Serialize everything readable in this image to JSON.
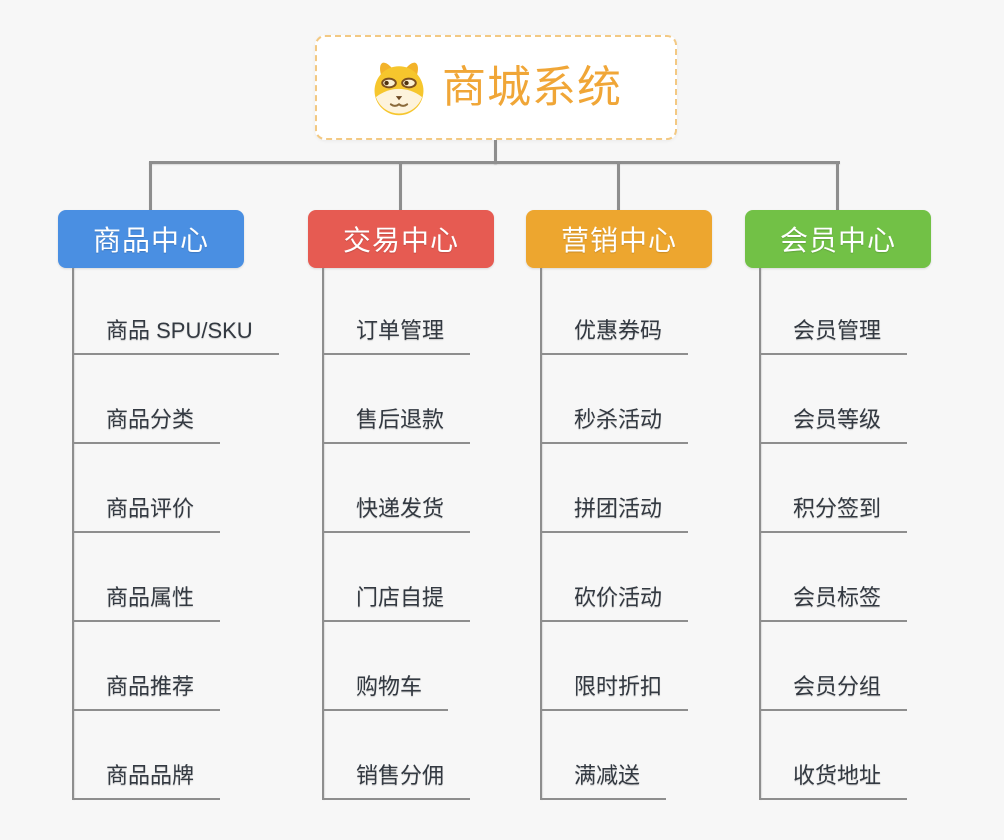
{
  "page": {
    "background_color": "#f7f7f7",
    "connector_color": "#8e8e8e"
  },
  "root": {
    "title": "商城系统",
    "icon": "doge-face-icon",
    "text_color": "#f0a637",
    "border_color": "#f3c983"
  },
  "branches": [
    {
      "label": "商品中心",
      "color": "#4a8fe2",
      "children": [
        "商品 SPU/SKU",
        "商品分类",
        "商品评价",
        "商品属性",
        "商品推荐",
        "商品品牌"
      ]
    },
    {
      "label": "交易中心",
      "color": "#e65b52",
      "children": [
        "订单管理",
        "售后退款",
        "快递发货",
        "门店自提",
        "购物车",
        "销售分佣"
      ]
    },
    {
      "label": "营销中心",
      "color": "#eda62f",
      "children": [
        "优惠券码",
        "秒杀活动",
        "拼团活动",
        "砍价活动",
        "限时折扣",
        "满减送"
      ]
    },
    {
      "label": "会员中心",
      "color": "#72c146",
      "children": [
        "会员管理",
        "会员等级",
        "积分签到",
        "会员标签",
        "会员分组",
        "收货地址"
      ]
    }
  ]
}
